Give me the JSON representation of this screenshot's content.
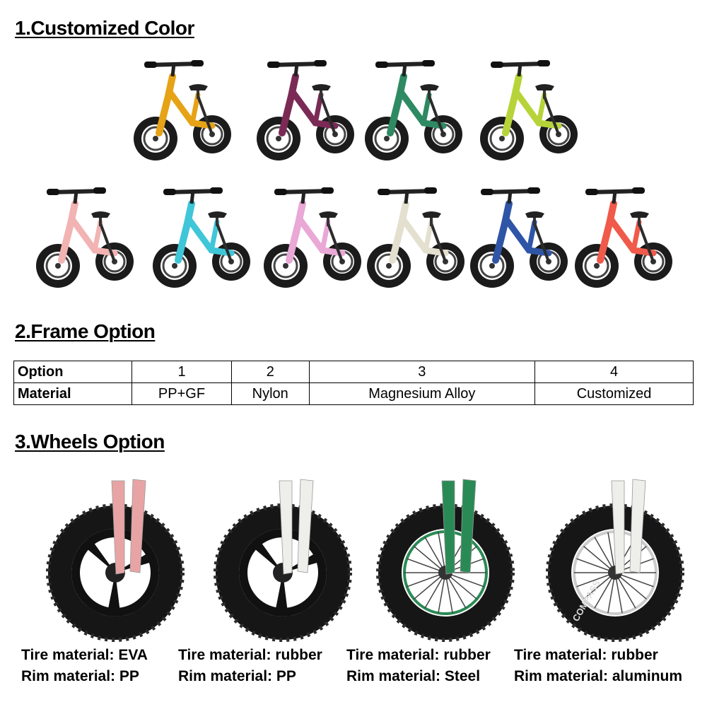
{
  "sections": {
    "colors_title": "1.Customized Color",
    "frame_title": "2.Frame Option",
    "wheels_title": "3.Wheels Option"
  },
  "bikes": [
    {
      "color": "#e6a317"
    },
    {
      "color": "#7a2a55"
    },
    {
      "color": "#2e8a62"
    },
    {
      "color": "#b6d43a"
    },
    {
      "color": "#f2b3b3"
    },
    {
      "color": "#3fc6d8"
    },
    {
      "color": "#e9a8d6"
    },
    {
      "color": "#e4e0cf"
    },
    {
      "color": "#2f55a6"
    },
    {
      "color": "#f05a4a"
    }
  ],
  "frame_table": {
    "row1_label": "Option",
    "row2_label": "Material",
    "options": [
      "1",
      "2",
      "3",
      "4"
    ],
    "materials": [
      "PP+GF",
      "Nylon",
      "Magnesium Alloy",
      "Customized"
    ]
  },
  "wheels": [
    {
      "tire": "Tire material:  EVA",
      "rim": "Rim material:  PP",
      "fork_color": "#e8a4a4",
      "rim_type": "pp",
      "rim_color": "#111111"
    },
    {
      "tire": "Tire material:  rubber",
      "rim": "Rim material:  PP",
      "fork_color": "#eeeeea",
      "rim_type": "pp",
      "rim_color": "#111111"
    },
    {
      "tire": "Tire material:  rubber",
      "rim": "Rim material:  Steel",
      "fork_color": "#2a8a55",
      "rim_type": "spoke",
      "rim_color": "#2a8a55"
    },
    {
      "tire": "Tire material:  rubber",
      "rim": "Rim material:  aluminum",
      "fork_color": "#eeeeea",
      "rim_type": "spoke",
      "rim_color": "#cccccc",
      "tire_text": "COMPASS"
    }
  ]
}
